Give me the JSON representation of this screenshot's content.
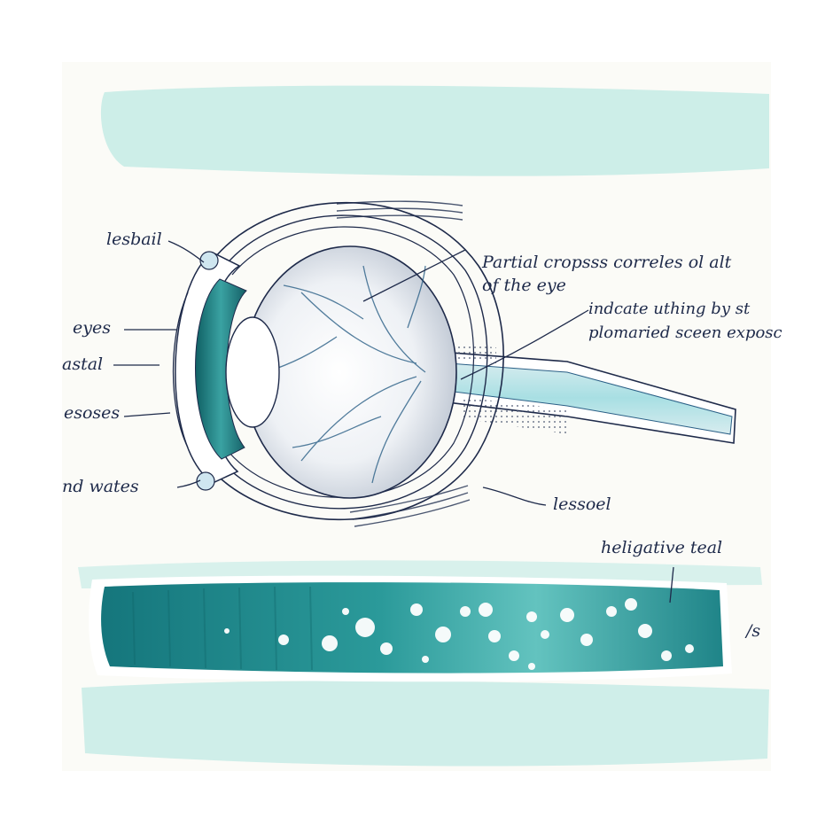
{
  "colors": {
    "paper": "#fbfbf7",
    "wash": "#bfe8e2",
    "teal": "#2f8e8e",
    "teal_dark": "#1d6f74",
    "ink": "#1e2a4a",
    "vessel": "#2a5f86"
  },
  "labels": {
    "top_left": "lesbail",
    "eyes": "eyes",
    "astal": "astal",
    "esoses": "esoses",
    "nd_wates": "nd wates",
    "lessoel": "lessoel",
    "heligative": "heligative teal",
    "edge_right": "/s",
    "caption_line1": "Partial cropsss correles ol alt",
    "caption_line2": "of the eye",
    "note_line1": "indcate uthing by st",
    "note_line2": "plomaried sceen exposc"
  }
}
